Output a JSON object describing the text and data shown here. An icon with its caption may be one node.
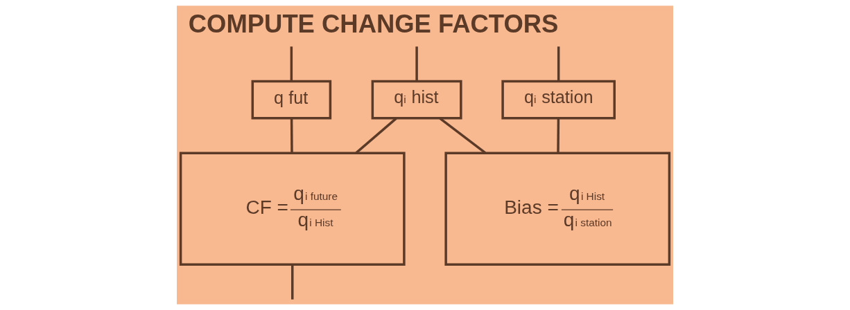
{
  "diagram": {
    "title": "COMPUTE CHANGE FACTORS",
    "nodes": [
      {
        "text": [
          "q$_{i}$ station"
        ]
      },
      {
        "text": [
          "q$_{i}$ hist"
        ]
      },
      {
        "text": [
          "q fut"
        ]
      },
      {
        "text": [
          "Bias =",
          "q$_{i Hist}$",
          "q$_{i station}$"
        ]
      },
      {
        "text": [
          "CF =",
          "q$_{i future}$",
          "q$_{i Hist}$"
        ]
      }
    ],
    "edges": [
      {
        "from": null,
        "to": 0,
        "arrow": "none"
      },
      {
        "from": null,
        "to": 1,
        "arrow": "none"
      },
      {
        "from": null,
        "to": 2,
        "arrow": "none"
      },
      {
        "from": 0,
        "to": 3,
        "arrow": "none"
      },
      {
        "from": 1,
        "to": 3,
        "arrow": "none"
      },
      {
        "from": 1,
        "to": 4,
        "arrow": "none"
      },
      {
        "from": 2,
        "to": 4,
        "arrow": "none"
      },
      {
        "from": 4,
        "to": null,
        "arrow": "none"
      }
    ]
  }
}
